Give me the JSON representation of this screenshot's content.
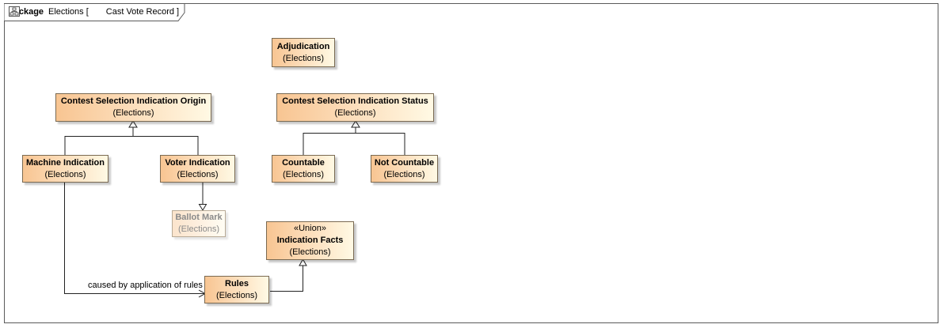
{
  "diagram": {
    "tab": {
      "keyword": "package",
      "name": "Elections [",
      "diagram_name": "Cast Vote Record ]"
    },
    "nodes": {
      "adjudication": {
        "name": "Adjudication",
        "owner": "(Elections)"
      },
      "origin": {
        "name": "Contest Selection Indication Origin",
        "owner": "(Elections)"
      },
      "status": {
        "name": "Contest Selection Indication Status",
        "owner": "(Elections)"
      },
      "machine": {
        "name": "Machine Indication",
        "owner": "(Elections)"
      },
      "voter": {
        "name": "Voter Indication",
        "owner": "(Elections)"
      },
      "countable": {
        "name": "Countable",
        "owner": "(Elections)"
      },
      "notcountable": {
        "name": "Not Countable",
        "owner": "(Elections)"
      },
      "ballotmark": {
        "name": "Ballot Mark",
        "owner": "(Elections)"
      },
      "facts": {
        "stereotype": "«Union»",
        "name": "Indication Facts",
        "owner": "(Elections)"
      },
      "rules": {
        "name": "Rules",
        "owner": "(Elections)"
      }
    },
    "edges": {
      "caused_by_label": "caused by application of rules"
    }
  }
}
